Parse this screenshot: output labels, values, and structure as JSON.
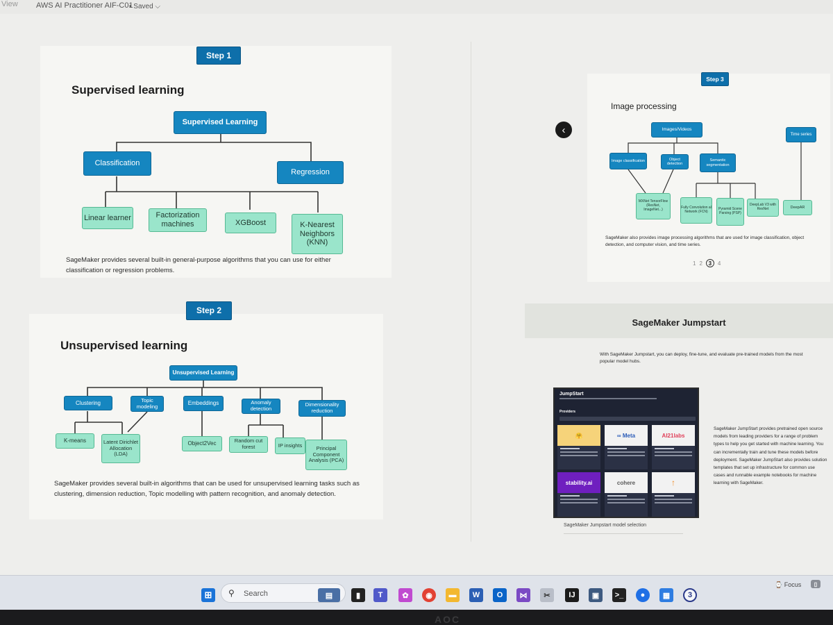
{
  "titlebar": {
    "left_text": "View",
    "title": "AWS AI Practitioner AIF-C01",
    "status": "• Saved ⌵"
  },
  "nav": {
    "prev_symbol": "‹"
  },
  "step1": {
    "step_label": "Step 1",
    "heading": "Supervised learning",
    "root": "Supervised Learning",
    "classification": "Classification",
    "regression": "Regression",
    "leaves": [
      "Linear learner",
      "Factorization machines",
      "XGBoost",
      "K-Nearest Neighbors (KNN)"
    ],
    "description": "SageMaker provides several built-in general-purpose algorithms that you can use for either classification or regression problems."
  },
  "step2": {
    "step_label": "Step 2",
    "heading": "Unsupervised learning",
    "root": "Unsupervised Learning",
    "categories": [
      "Clustering",
      "Topic modeling",
      "Embeddings",
      "Anomaly detection",
      "Dimensionality reduction"
    ],
    "leaves": [
      "K-means",
      "Latent Dirichlet Allocation (LDA)",
      "Object2Vec",
      "Random cut forest",
      "IP insights",
      "Principal Component Analysis (PCA)"
    ],
    "description": "SageMaker provides several built-in algorithms that can be used for unsupervised learning tasks such as clustering, dimension reduction, Topic modelling with pattern recognition, and anomaly detection."
  },
  "step3": {
    "step_label": "Step 3",
    "heading": "Image processing",
    "root": "Images/Videos",
    "time_series": "Time series",
    "categories": [
      "Image classification",
      "Object detection",
      "Semantic segmentation"
    ],
    "leaves": [
      "MXNet TensorFlow (ResNet, ImageNet...)",
      "Fully Convolution al Network (FCN)",
      "Pyramid Scene Parsing (PSP)",
      "DeepLab V3 with ResNet",
      "DeepAR"
    ],
    "description": "SageMaker also provides image processing algorithms that are used for image classification, object detection, and computer vision, and time series.",
    "pager": {
      "pages": [
        "1",
        "2",
        "3",
        "4"
      ],
      "current": "3"
    }
  },
  "jumpstart": {
    "title": "SageMaker Jumpstart",
    "intro": "With SageMaker Jumpstart, you can deploy, fine-tune, and evaluate pre-trained models from the most popular model hubs.",
    "side_text": "SageMaker JumpStart provides pretrained open source models from leading providers for a range of problem types to help you get started with machine learning. You can incrementally train and tune these models before deployment. SageMaker JumpStart also provides solution templates that set up infrastructure for common use cases and runnable example notebooks for machine learning with SageMaker.",
    "caption": "SageMaker Jumpstart model selection",
    "screenshot": {
      "header": "JumpStart",
      "providers_label": "Providers",
      "tiles": [
        "🤗",
        "∞ Meta",
        "AI21labs",
        "stability.ai",
        "cohere",
        "↑"
      ]
    }
  },
  "taskbar": {
    "search_label": "Search",
    "focus_label": "Focus",
    "icons": [
      "windows-start",
      "search",
      "widgets",
      "file-explorer",
      "teams",
      "copilot",
      "chrome",
      "folder",
      "word",
      "outlook",
      "visual-studio",
      "snipping",
      "intellij",
      "photos",
      "terminal",
      "maps",
      "store",
      "badge-3"
    ],
    "badge_count": "3"
  },
  "colors": {
    "node_blue": "#1586c0",
    "node_mint": "#9ae5cb",
    "step_blue": "#0e6faa"
  }
}
